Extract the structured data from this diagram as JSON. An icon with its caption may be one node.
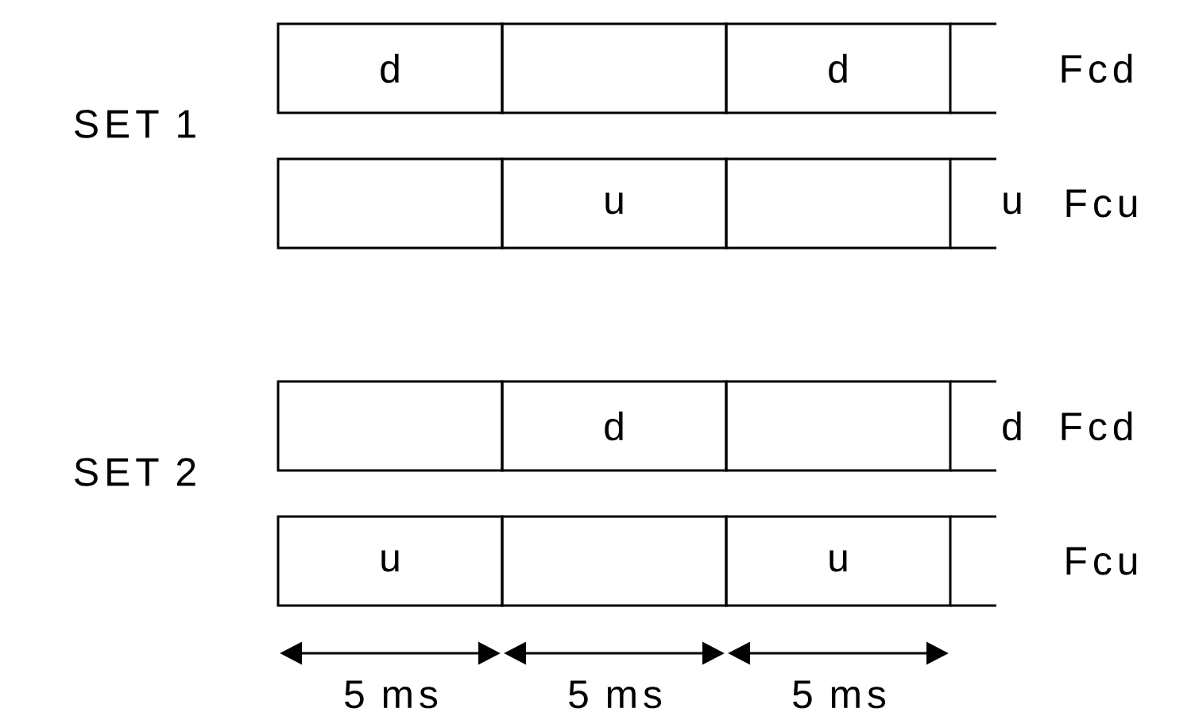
{
  "diagram": {
    "nodes": [
      {
        "text": [
          "d"
        ]
      },
      {
        "text": [],
        "shape": "box"
      },
      {
        "text": [
          "d"
        ]
      },
      {
        "text": [],
        "shape": "box"
      },
      {
        "text": [
          "u"
        ]
      },
      {
        "text": [],
        "shape": "box"
      },
      {
        "text": [],
        "shape": "box"
      },
      {
        "text": [
          "d"
        ]
      },
      {
        "text": [],
        "shape": "box"
      },
      {
        "text": [
          "u"
        ]
      },
      {
        "text": [],
        "shape": "box"
      },
      {
        "text": [
          "u"
        ]
      }
    ],
    "labels": [
      "Fcd",
      "SET 1",
      "u",
      "Fcu",
      "d",
      "Fcd",
      "SET 2",
      "Fcu",
      "5 ms",
      "5 ms",
      "5 ms"
    ]
  }
}
